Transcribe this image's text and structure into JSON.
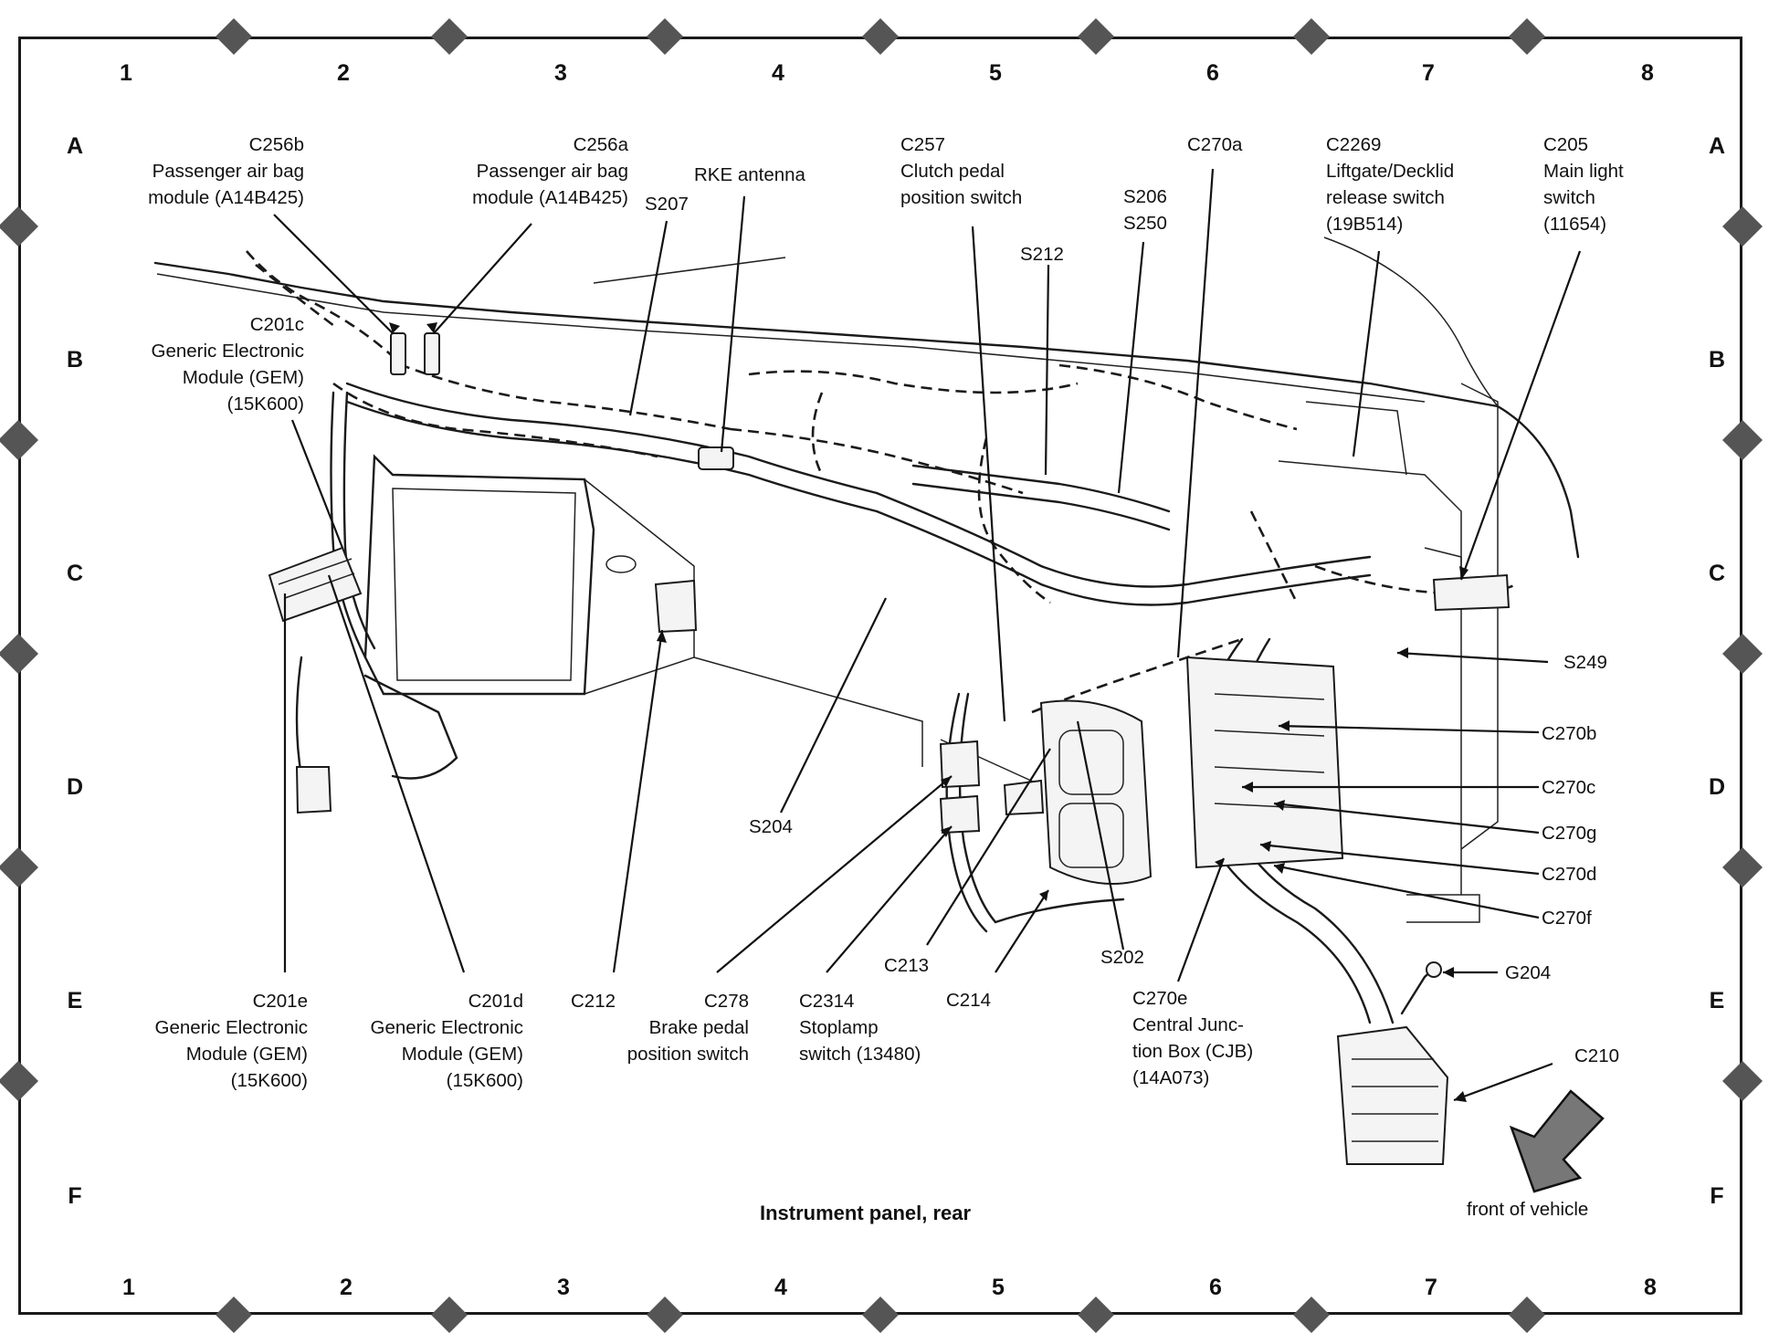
{
  "caption": "Instrument panel,  rear",
  "orientation_note": "front of vehicle",
  "grid": {
    "columns": [
      "1",
      "2",
      "3",
      "4",
      "5",
      "6",
      "7",
      "8"
    ],
    "rows": [
      "A",
      "B",
      "C",
      "D",
      "E",
      "F"
    ]
  },
  "labels": {
    "c256b": [
      "C256b",
      "Passenger air bag",
      "module (A14B425)"
    ],
    "c256a": [
      "C256a",
      "Passenger air bag",
      "module (A14B425)"
    ],
    "rke": [
      "RKE antenna"
    ],
    "s207": [
      "S207"
    ],
    "c257": [
      "C257",
      "Clutch pedal",
      "position switch"
    ],
    "s212": [
      "S212"
    ],
    "s206": [
      "S206",
      "S250"
    ],
    "c270a": [
      "C270a"
    ],
    "c2269": [
      "C2269",
      "Liftgate/Decklid",
      "release switch",
      "(19B514)"
    ],
    "c205": [
      "C205",
      "Main light",
      "switch",
      "(11654)"
    ],
    "c201c": [
      "C201c",
      "Generic Electronic",
      "Module (GEM)",
      "(15K600)"
    ],
    "s249": [
      "S249"
    ],
    "c270b": [
      "C270b"
    ],
    "c270c": [
      "C270c"
    ],
    "c270g": [
      "C270g"
    ],
    "c270d": [
      "C270d"
    ],
    "c270f": [
      "C270f"
    ],
    "s204": [
      "S204"
    ],
    "s202": [
      "S202"
    ],
    "c213": [
      "C213"
    ],
    "g204": [
      "G204"
    ],
    "c210": [
      "C210"
    ],
    "c201e": [
      "C201e",
      "Generic Electronic",
      "Module (GEM)",
      "(15K600)"
    ],
    "c201d": [
      "C201d",
      "Generic Electronic",
      "Module (GEM)",
      "(15K600)"
    ],
    "c212": [
      "C212"
    ],
    "c278": [
      "C278",
      "Brake pedal",
      "position switch"
    ],
    "c2314": [
      "C2314",
      "Stoplamp",
      "switch (13480)"
    ],
    "c214": [
      "C214"
    ],
    "c270e": [
      "C270e",
      "Central Junc-",
      "tion Box (CJB)",
      "(14A073)"
    ]
  }
}
